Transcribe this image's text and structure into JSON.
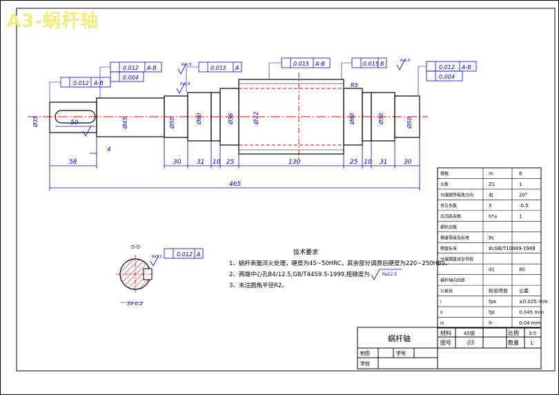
{
  "page_title": "A3-蜗杆轴",
  "dimensions": {
    "len_58": "58",
    "len_50": "50",
    "len_4": "4",
    "len_30a": "30",
    "len_31a": "31",
    "len_10a": "10",
    "len_25a": "25",
    "len_130": "130",
    "len_25b": "25",
    "len_10b": "10",
    "len_31b": "31",
    "len_30b": "30",
    "len_465": "465",
    "dia_35": "Ø35",
    "dia_45": "Ø45",
    "dia_50a": "Ø50",
    "dia_60a": "Ø60",
    "dia_72": "Ø72",
    "dia_56": "Ø56",
    "dia_60b": "Ø60",
    "dia_50b": "Ø50",
    "r5": "R5",
    "section_width": "33-0.2",
    "section_label": "D-D"
  },
  "tolerances": {
    "f1_val": "0.012",
    "f1_ref": "A-B",
    "f2_val": "0.012",
    "f2_ref": "A-B",
    "f2_b": "0.004",
    "f3_val": "0.015",
    "f3_ref": "A",
    "f4_val": "0.015",
    "f4_ref": "A-B",
    "f5_val": "0.015",
    "f5_ref": "B",
    "f6_val": "0.012",
    "f6_ref": "A-B",
    "f6_b": "0.004",
    "f7_val": "0.012",
    "f7_ref": "A"
  },
  "roughness": {
    "r1": "Ra1.6",
    "r2": "Ra0.8",
    "r3": "Ra1.6",
    "r4": "Ra3.2",
    "r5": "Ra12.5"
  },
  "tech_requirements": {
    "title": "技术要求",
    "items": [
      "1、蜗杆表面淬火处理，硬度为45~50HRC，其余部分调质后硬度为220~250HBS。",
      "2、两端中心孔B4/12.5,GB/T4459.5-1999,粗糙度为",
      "3、未注圆角半径R2。"
    ],
    "roughness_note": "Ra12.5"
  },
  "param_table": {
    "rows": [
      {
        "label": "模数",
        "symbol": "m",
        "value": "8"
      },
      {
        "label": "头数",
        "symbol": "Z1",
        "value": "1"
      },
      {
        "label": "分度圆导程角方向",
        "symbol": "右",
        "value": "20°"
      },
      {
        "label": "变位系数",
        "symbol": "X",
        "value": "-0.5"
      },
      {
        "label": "齿顶高系数",
        "symbol": "h*a",
        "value": "1"
      },
      {
        "label": "蜗轮齿数",
        "symbol": "",
        "value": ""
      },
      {
        "label": "精度等级及标准",
        "symbol": "8c",
        "value": ""
      },
      {
        "label": "精度标准",
        "symbol": "8cGB/T10089-1988",
        "value": ""
      },
      {
        "label": "分度圆直径及导程",
        "symbol": "",
        "value": ""
      },
      {
        "label": "",
        "symbol": "d1",
        "value": "80"
      },
      {
        "label": "蜗杆轴向齿距",
        "symbol": "",
        "value": ""
      },
      {
        "label": "公差组",
        "symbol": "检验项目",
        "value": "公差"
      },
      {
        "label": "I",
        "symbol": "fpx",
        "value": "±0.025 mm"
      },
      {
        "label": "II",
        "symbol": "fpl",
        "value": "0.045 mm"
      },
      {
        "label": "III",
        "symbol": "fr",
        "value": "0.04 mm"
      }
    ]
  },
  "title_block": {
    "part_name": "蜗杆轴",
    "material_label": "材料",
    "material": "45钢",
    "scale_label": "比例",
    "scale": "3:5",
    "drawing_no_label": "图号",
    "drawing_no": "03",
    "qty_label": "数量",
    "qty": "1",
    "drawn_label": "制图",
    "student_no_label": "学号",
    "school_label": "学校"
  },
  "colors": {
    "outline": "#000000",
    "dims": "#0000cc",
    "center": "#dd0000",
    "hatch": "#dd0000",
    "title": "#f2ec7a"
  }
}
